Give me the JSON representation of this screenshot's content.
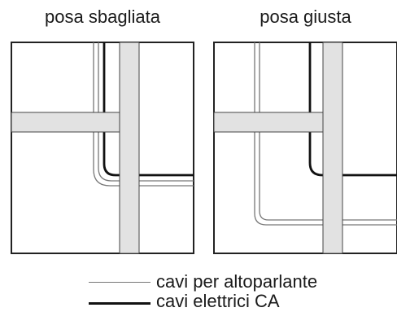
{
  "panels": {
    "wrong": {
      "title": "posa sbagliata"
    },
    "right": {
      "title": "posa giusta"
    }
  },
  "legend": {
    "speaker_cables": "cavi per altoparlante",
    "power_cables": "cavi elettrici CA"
  },
  "colors": {
    "beam_fill": "#e2e2e2",
    "beam_stroke": "#444444",
    "speaker_cable": "#777777",
    "power_cable": "#111111",
    "frame": "#222222"
  }
}
